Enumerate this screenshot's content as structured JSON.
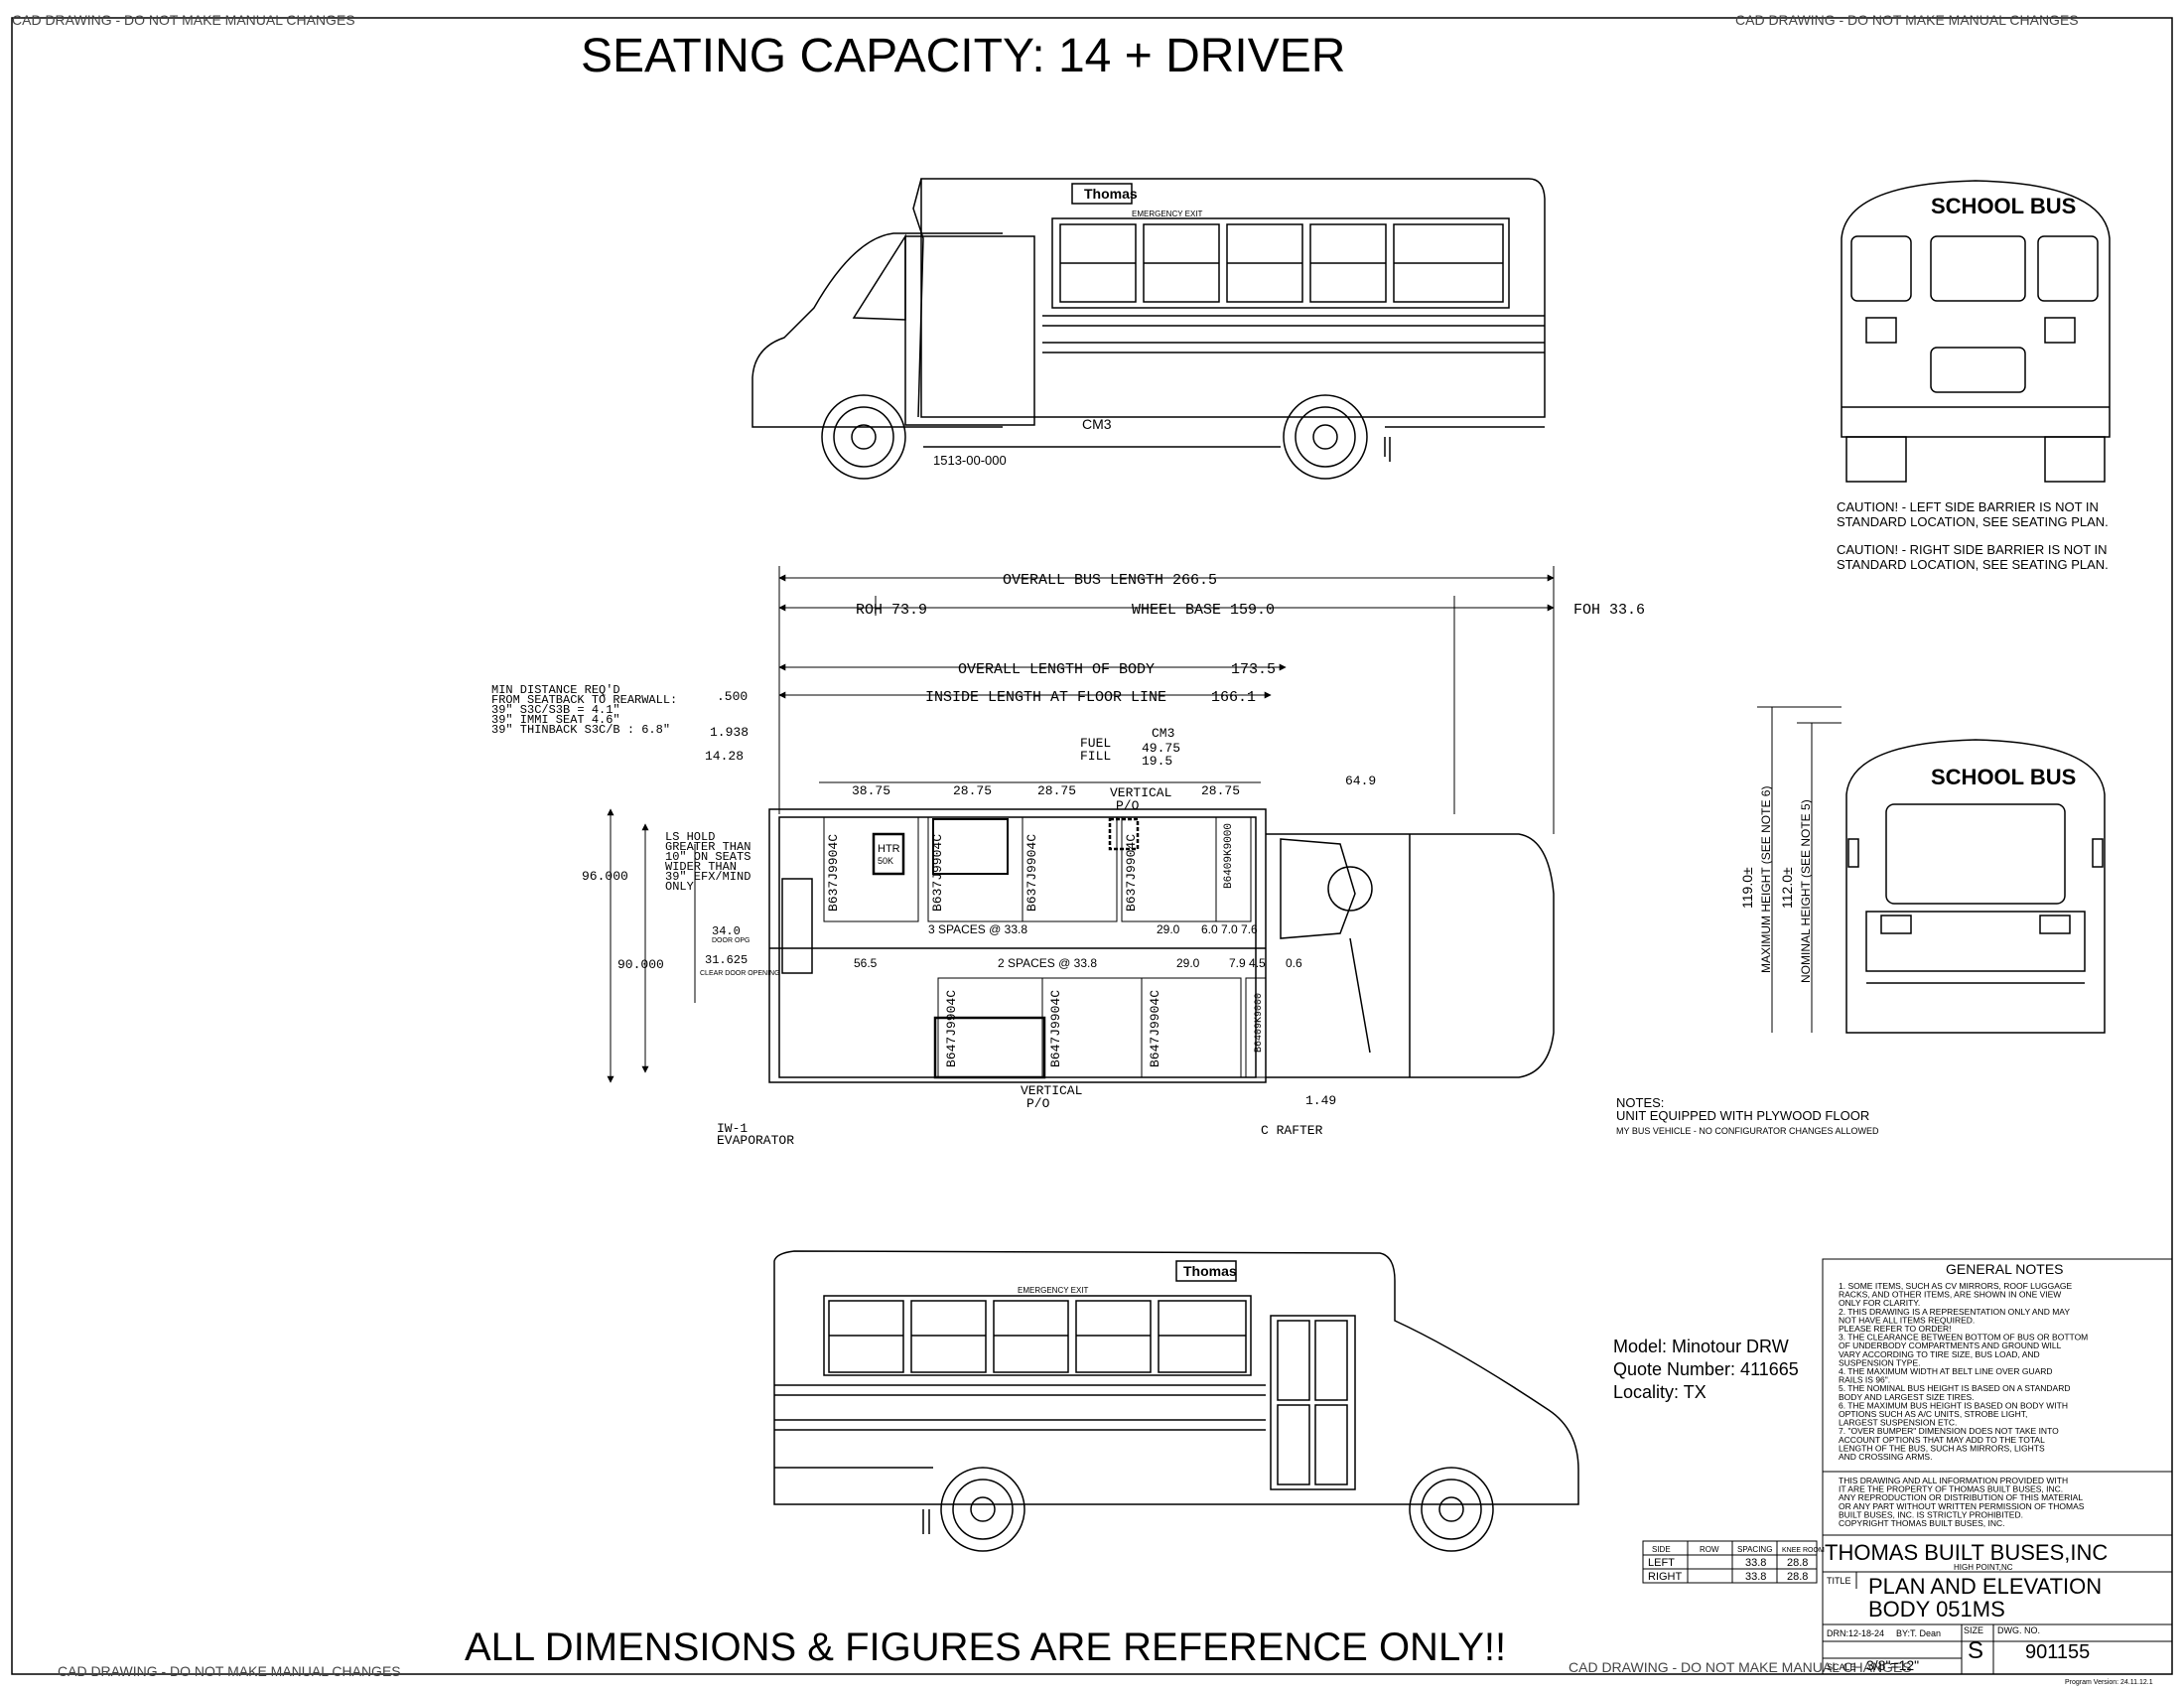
{
  "page": {
    "watermark": "CAD DRAWING - DO NOT MAKE MANUAL CHANGES",
    "title": "SEATING CAPACITY: 14 + DRIVER",
    "footer_title": "ALL DIMENSIONS & FIGURES ARE REFERENCE ONLY!!",
    "program_version": "Program Version: 24.11.12.1"
  },
  "side_view": {
    "brand": "Thomas",
    "emergency_exit": "EMERGENCY EXIT",
    "cm3": "CM3",
    "part_number": "1513-00-000"
  },
  "rear_view": {
    "sign": "SCHOOL BUS",
    "cautions": [
      "CAUTION! - LEFT SIDE BARRIER IS NOT IN",
      "STANDARD LOCATION, SEE SEATING PLAN.",
      "CAUTION! - RIGHT SIDE BARRIER IS NOT IN",
      "STANDARD LOCATION, SEE SEATING PLAN."
    ]
  },
  "front_view": {
    "sign": "SCHOOL BUS",
    "max_height": "119.0±",
    "max_height_label": "MAXIMUM HEIGHT (SEE NOTE 6)",
    "nominal_height": "112.0±",
    "nominal_height_label": "NOMINAL HEIGHT (SEE NOTE 5)"
  },
  "plan": {
    "overall_bus_length": "OVERALL BUS LENGTH 266.5",
    "roh": "ROH 73.9",
    "wheel_base": "WHEEL BASE 159.0",
    "foh": "FOH 33.6",
    "overall_body_label": "OVERALL LENGTH OF BODY",
    "overall_body_value": "173.5",
    "inside_length_label": "INSIDE LENGTH AT FLOOR LINE",
    "inside_length_value": "166.1",
    "min_distance": [
      "MIN DISTANCE REQ'D",
      "FROM SEATBACK TO REARWALL:",
      "39\" S3C/S3B = 4.1\"",
      "39\" IMMI SEAT 4.6\"",
      "39\" THINBACK S3C/B : 6.8\""
    ],
    "d1500": ".500",
    "d1938": "1.938",
    "d1428": "14.28",
    "d3875": "38.75",
    "d2875a": "28.75",
    "d2875b": "28.75",
    "d2875c": "28.75",
    "fuel": "FUEL",
    "fill": "FILL",
    "cm3": "CM3",
    "d4975": "49.75",
    "d195": "19.5",
    "vertical_top": "VERTICAL",
    "po_top": "P/O",
    "d649": "64.9",
    "width_96": "96.000",
    "width_90": "90.000",
    "ls_hold": [
      "LS HOLD",
      "GREATER THAN",
      "10\" ON SEATS",
      "WIDER THAN",
      "39\" EFX/MIND",
      "ONLY"
    ],
    "d340": "34.0",
    "door_opg": "DOOR OPG",
    "d31625": "31.625",
    "clear_door": "CLEAR DOOR OPENING",
    "left_spaces": "3 SPACES @ 33.8",
    "left_29": "29.0",
    "left_small": "6.0 7.0 7.6",
    "right_565": "56.5",
    "right_spaces": "2 SPACES @ 33.8",
    "right_29": "29.0",
    "right_small": "7.9 4.5",
    "right_06": "0.6",
    "seat_left": [
      "B637J9904C",
      "B637J9904C",
      "B637J9904C",
      "B637J9904C"
    ],
    "seat_fold": "B6409K9000",
    "seat_right": [
      "B647J9904C",
      "B647J9904C",
      "B647J9904C"
    ],
    "seat_right_end": "B6409K9000",
    "htr": "HTR",
    "htr2": "50K",
    "vertical_bottom": "VERTICAL",
    "po_bottom": "P/O",
    "iw1": "IW-1",
    "evaporator": "EVAPORATOR",
    "d149": "1.49",
    "c_rafter": "C RAFTER"
  },
  "notes": {
    "heading": "NOTES:",
    "line1": "UNIT EQUIPPED WITH PLYWOOD FLOOR",
    "line2": "MY BUS VEHICLE - NO CONFIGURATOR CHANGES ALLOWED"
  },
  "model_info": {
    "model": "Model: Minotour DRW",
    "quote": "Quote Number: 411665",
    "locality": "Locality: TX"
  },
  "general_notes": {
    "heading": "GENERAL NOTES",
    "items": [
      "1. SOME ITEMS, SUCH AS CV MIRRORS, ROOF LUGGAGE",
      "RACKS, AND OTHER ITEMS, ARE SHOWN IN ONE VIEW",
      "ONLY FOR CLARITY.",
      "2. THIS DRAWING IS A REPRESENTATION ONLY AND MAY",
      "NOT HAVE ALL ITEMS REQUIRED.",
      "PLEASE REFER TO ORDER!",
      "3. THE CLEARANCE BETWEEN BOTTOM OF BUS OR BOTTOM",
      "OF UNDERBODY COMPARTMENTS AND GROUND WILL",
      "VARY ACCORDING TO TIRE SIZE, BUS LOAD, AND",
      "SUSPENSION TYPE.",
      "4. THE MAXIMUM WIDTH AT BELT LINE OVER GUARD",
      "RAILS IS 96\".",
      "5. THE NOMINAL BUS HEIGHT IS BASED ON A STANDARD",
      "BODY AND LARGEST SIZE TIRES.",
      "6. THE MAXIMUM BUS HEIGHT IS BASED ON BODY WITH",
      "OPTIONS SUCH AS A/C UNITS, STROBE LIGHT,",
      "LARGEST SUSPENSION ETC.",
      "7. \"OVER BUMPER\" DIMENSION DOES NOT TAKE INTO",
      "ACCOUNT OPTIONS THAT MAY ADD TO THE TOTAL",
      "LENGTH OF THE BUS, SUCH AS MIRRORS, LIGHTS",
      "AND CROSSING ARMS."
    ],
    "property": [
      "THIS DRAWING AND ALL INFORMATION PROVIDED WITH",
      "IT ARE THE PROPERTY OF THOMAS BUILT BUSES, INC.",
      "ANY REPRODUCTION OR DISTRIBUTION OF THIS MATERIAL",
      "OR ANY PART WITHOUT WRITTEN PERMISSION OF THOMAS",
      "BUILT BUSES, INC. IS STRICTLY PROHIBITED.",
      "COPYRIGHT THOMAS BUILT BUSES, INC."
    ]
  },
  "spacing_table": {
    "headers": [
      "SIDE",
      "ROW",
      "SPACING",
      "KNEE ROOM"
    ],
    "rows": [
      [
        "LEFT",
        "",
        "33.8",
        "28.8"
      ],
      [
        "RIGHT",
        "",
        "33.8",
        "28.8"
      ]
    ]
  },
  "title_block": {
    "company": "THOMAS BUILT BUSES,INC",
    "location": "HIGH POINT,NC",
    "title_label": "TITLE",
    "title_line1": "PLAN AND ELEVATION",
    "title_line2": "BODY 051MS",
    "drn": "DRN:12-18-24",
    "by": "BY:T. Dean",
    "size_label": "SIZE",
    "size": "S",
    "dwg_label": "DWG. NO.",
    "dwg_no": "901155",
    "scale_label": "SCALE",
    "scale": "3/8\"=12\""
  }
}
